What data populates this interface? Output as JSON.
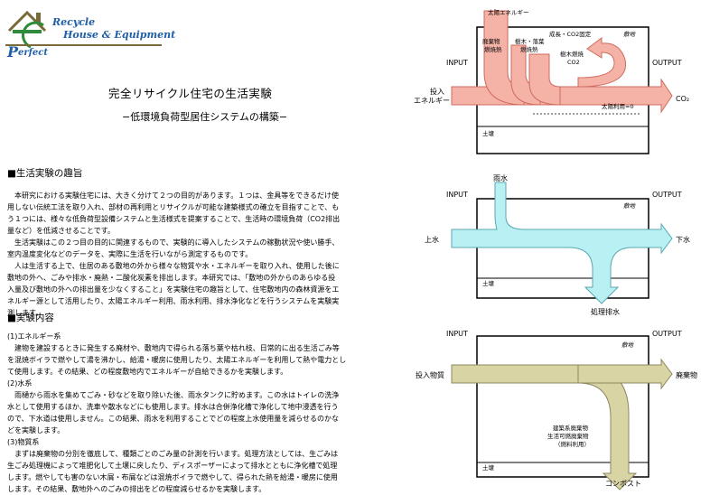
{
  "logo": {
    "line1": "Recycle",
    "line2": "House & Equipment",
    "line3": "erfect",
    "initial": "P"
  },
  "title": "完全リサイクル住宅の生活実験",
  "subtitle": "−低環境負荷型居住システムの構築−",
  "section1": {
    "heading": "■生活実験の趣旨",
    "lines": [
      "　本研究における実験住宅には、大きく分けて２つの目的があります。１つは、金具等をできるだけ使",
      "用しない伝統工法を取り入れ、部材の再利用とリサイクルが可能な建築様式の確立を目指すことで、も",
      "う１つには、様々な低負荷型設備システムと生活様式を提案することで、生活時の環境負荷（CO2排出",
      "量など）を低減させることです。",
      "　生活実験はこの２つ目の目的に関連するもので、実験的に導入したシステムの稼動状況や使い勝手、",
      "室内温度変化などのデータを、実際に生活を行いながら測定するものです。",
      "　人は生活する上で、住居のある敷地の外から様々な物質や水・エネルギーを取り入れ、使用した後に",
      "敷地の外へ、ごみや排水・廃熱・二酸化炭素を排出します。本研究では、「敷地の外からのあらゆる投",
      "入量及び敷地の外への排出量を少なくすること」を実験住宅の趣旨として、住宅敷地内の森林資源をエ",
      "ネルギー源として活用したり、太陽エネルギー利用、雨水利用、排水浄化などを行うシステムを実験実",
      "測します。"
    ]
  },
  "section2": {
    "heading": "■実験内容",
    "lines": [
      "(1)エネルギー系",
      "　建物を建設するときに発生する廃材や、敷地内で得られる落ち葉や枯れ枝、日常的に出る生活ごみ等",
      "を混焼ボイラで燃やして湯を沸かし、給湯・暖房に使用したり、太陽エネルギーを利用して熱や電力とし",
      "て使用します。その結果、どの程度敷地内でエネルギーが自給できるかを実験します。",
      "(2)水系",
      "　雨樋から雨水を集めてごみ・砂などを取り除いた後、雨水タンクに貯めます。この水はトイレの洗浄",
      "水として使用するほか、洗車や散水などにも使用します。排水は合併浄化槽で浄化して地中浸透を行う",
      "ので、下水道は使用しません。この結果、雨水を利用することでどの程度上水使用量を減らせるのかな",
      "どを実験します。",
      "(3)物質系",
      "　まずは廃棄物の分別を徹底して、種類ごとのごみ量の計測を行います。処理方法としては、生ごみは",
      "生ごみ処理機によって堆肥化して土壌に戻したり、ディスポーザーによって排水とともに浄化槽で処理",
      "します。燃やしても害のない木屑・布屑などは混焼ボイラで燃やして、得られた熱を給湯・暖房に使用",
      "します。その結果、敷地外へのごみの排出をどの程度減らせるかを実験します。"
    ]
  },
  "diagram_energy": {
    "input": "INPUT",
    "output": "OUTPUT",
    "site": "敷地",
    "soil": "土壌",
    "solar": "太陽エネルギー",
    "input_energy_1": "投入",
    "input_energy_2": "エネルギー",
    "waste_heat_1": "廃棄物",
    "waste_heat_2": "燃焼熱",
    "wood_heat_1": "樹木・落葉",
    "wood_heat_2": "燃焼熱",
    "fixation": "成長・CO2固定",
    "wood_burn_1": "樹木燃焼",
    "wood_burn_2": "CO2",
    "solar_co2": "太陽利用=0",
    "co2": "CO₂",
    "colors": {
      "pink": "#f5b3a8",
      "pink_stroke": "#d06a5c"
    }
  },
  "diagram_water": {
    "input": "INPUT",
    "output": "OUTPUT",
    "site": "敷地",
    "soil": "土壌",
    "rain": "雨水",
    "tap": "上水",
    "sewer": "下水",
    "treated": "処理排水",
    "colors": {
      "cyan": "#b8f0f4",
      "cyan_stroke": "#5aa7b0"
    }
  },
  "diagram_material": {
    "input": "INPUT",
    "output": "OUTPUT",
    "site": "敷地",
    "soil": "土壌",
    "input_material": "投入物質",
    "waste": "廃棄物",
    "burnable_1": "建築系廃棄物",
    "burnable_2": "生活可燃廃棄物",
    "burnable_3": "（燃料利用）",
    "compost": "コンポスト",
    "colors": {
      "khaki": "#d9d4a4",
      "khaki_stroke": "#8c8760"
    }
  }
}
